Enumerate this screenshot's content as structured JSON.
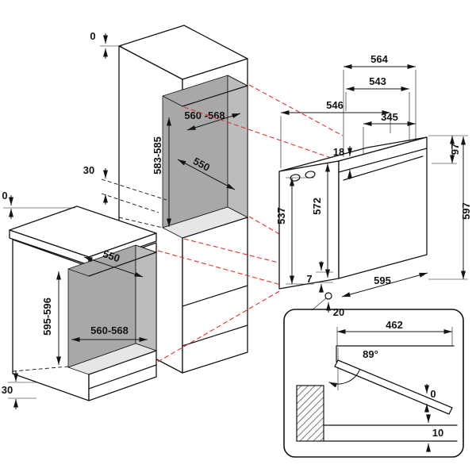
{
  "page": {
    "title": "Built-in oven installation dimension drawing",
    "background": "#ffffff"
  },
  "colors": {
    "line": "#141414",
    "projection": "#e8312a",
    "niche_back": "#a8a8a8",
    "niche_side": "#bcbcbc",
    "niche_floor": "#e6e6e6"
  },
  "tall_cabinet": {
    "top_clearance_mm": "0",
    "rear_clearance_mm": "30",
    "niche_width_mm": "560 -568",
    "niche_height_mm": "583-585",
    "niche_depth_mm": "550"
  },
  "base_cabinet": {
    "top_clearance_mm": "0",
    "niche_depth_mm": "550",
    "niche_height_mm": "595-596",
    "niche_width_mm": "560-568",
    "bottom_clearance_mm": "30"
  },
  "oven": {
    "depth_total_mm": "564",
    "depth_body_mm": "543",
    "depth_overall_mm": "546",
    "depth_top_mm": "345",
    "fascia_height_mm": "18",
    "top_zone_height_mm": "97",
    "rear_height_mm": "537",
    "body_height_mm": "572",
    "front_height_mm": "597",
    "bottom_step_mm": "7",
    "front_width_mm": "595",
    "bottom_clearance_mm": "20"
  },
  "door_detail": {
    "open_door_depth_mm": "462",
    "opening_angle": "89°",
    "door_floor_gap_mm": "0",
    "plinth_recess_mm": "10"
  }
}
